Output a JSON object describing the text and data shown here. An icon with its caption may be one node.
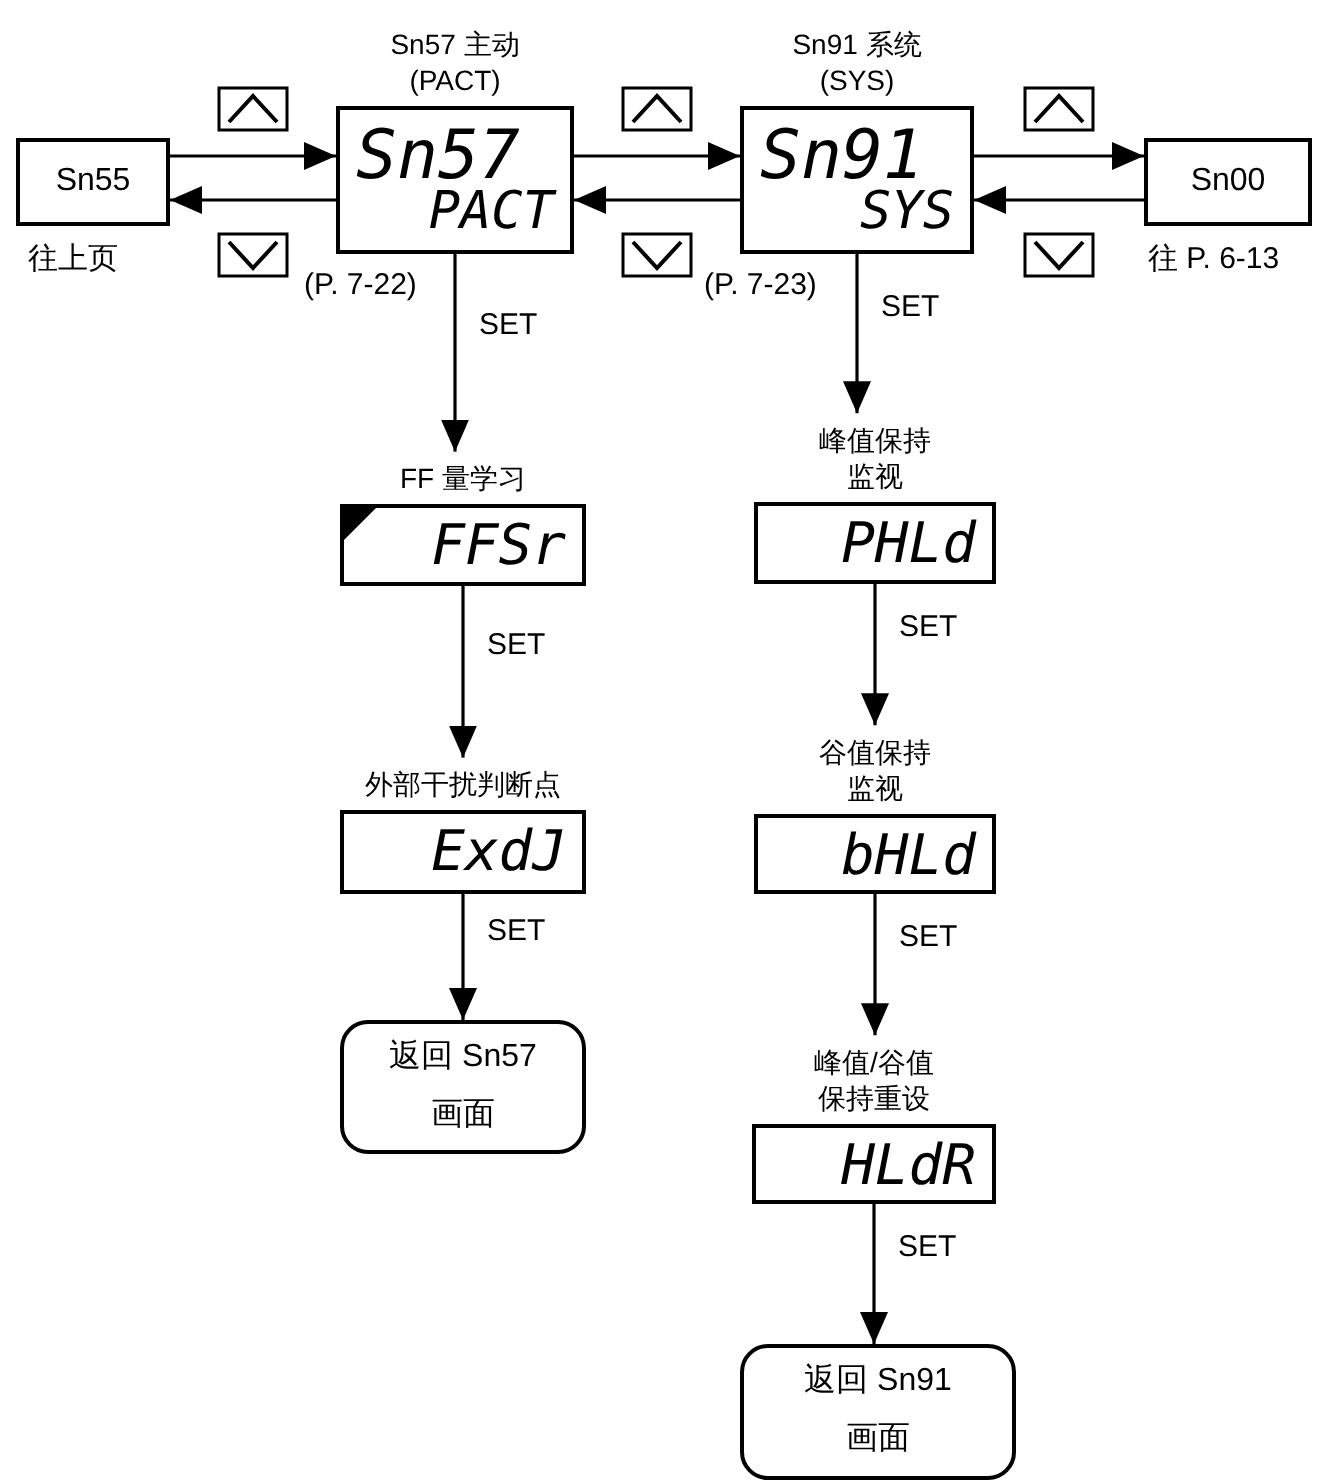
{
  "diagram": {
    "nodes": [
      {
        "text": [
          "Sn55"
        ],
        "beside": [
          "往上页"
        ]
      },
      {
        "text": [
          "Sn57 主动 (PACT)",
          "Sn57",
          "PACT"
        ],
        "beside": [
          "(P. 7-22)"
        ]
      },
      {
        "text": [
          "Sn91 系统 (SYS)",
          "Sn91",
          "SYS"
        ],
        "beside": [
          "(P. 7-23)"
        ]
      },
      {
        "text": [
          "Sn00"
        ],
        "beside": [
          "往 P. 6-13"
        ]
      },
      {
        "text": [
          "FF 量学习",
          "FFSr"
        ]
      },
      {
        "text": [
          "外部干扰判断点",
          "ExdJ"
        ]
      },
      {
        "text": [
          "返回 Sn57画面"
        ]
      },
      {
        "text": [
          "峰值保持监视",
          "PHLd"
        ]
      },
      {
        "text": [
          "谷值保持监视",
          "bHLd"
        ]
      },
      {
        "text": [
          "峰值/谷值保持重设",
          "HLdR"
        ]
      },
      {
        "text": [
          "返回 Sn91画面"
        ]
      }
    ],
    "edges": [
      {
        "from": 0,
        "to": 1,
        "arrow": "to"
      },
      {
        "from": 1,
        "to": 0,
        "arrow": "to"
      },
      {
        "from": 1,
        "to": 2,
        "arrow": "to"
      },
      {
        "from": 2,
        "to": 1,
        "arrow": "to"
      },
      {
        "from": 2,
        "to": 3,
        "arrow": "to"
      },
      {
        "from": 3,
        "to": 2,
        "arrow": "to"
      },
      {
        "from": 1,
        "to": 4,
        "label": "SET",
        "arrow": "to"
      },
      {
        "from": 4,
        "to": 5,
        "label": "SET",
        "arrow": "to"
      },
      {
        "from": 5,
        "to": 6,
        "label": "SET",
        "arrow": "to"
      },
      {
        "from": 2,
        "to": 7,
        "label": "SET",
        "arrow": "to"
      },
      {
        "from": 7,
        "to": 8,
        "label": "SET",
        "arrow": "to"
      },
      {
        "from": 8,
        "to": 9,
        "label": "SET",
        "arrow": "to"
      },
      {
        "from": 9,
        "to": 10,
        "label": "SET",
        "arrow": "to"
      }
    ]
  }
}
